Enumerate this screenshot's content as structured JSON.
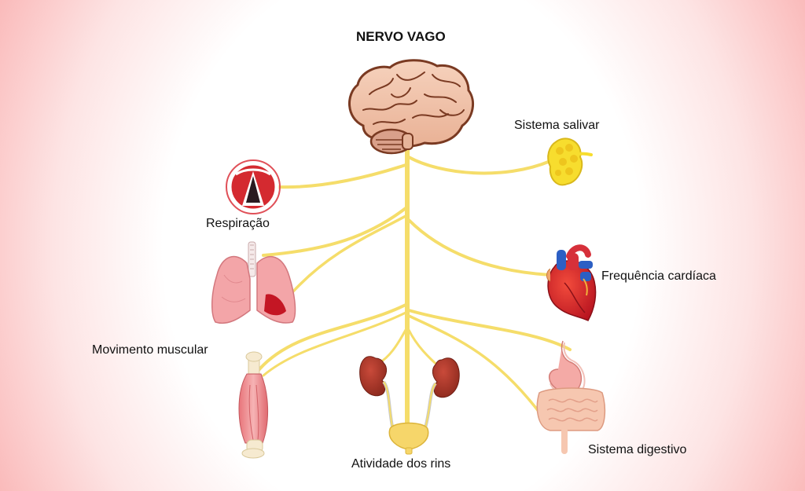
{
  "title": "NERVO VAGO",
  "labels": {
    "salivary": "Sistema salivar",
    "respiration": "Respiração",
    "heart_rate": "Frequência cardíaca",
    "muscle_movement": "Movimento muscular",
    "kidney_activity": "Atividade dos rins",
    "digestive": "Sistema digestivo"
  },
  "icons": [
    "brain-icon",
    "salivary-gland-icon",
    "larynx-icon",
    "lungs-icon",
    "heart-icon",
    "muscle-icon",
    "kidneys-icon",
    "bladder-icon",
    "digestive-tract-icon"
  ],
  "colors": {
    "nerve": "#f5dd6a",
    "brain": "#f0c6ad",
    "brain_outline": "#7a3a22",
    "organ_red": "#d81f2a",
    "organ_pink": "#f3a5a8",
    "gland_yellow": "#f7dd2e",
    "background_edge": "#f9a8a8"
  }
}
